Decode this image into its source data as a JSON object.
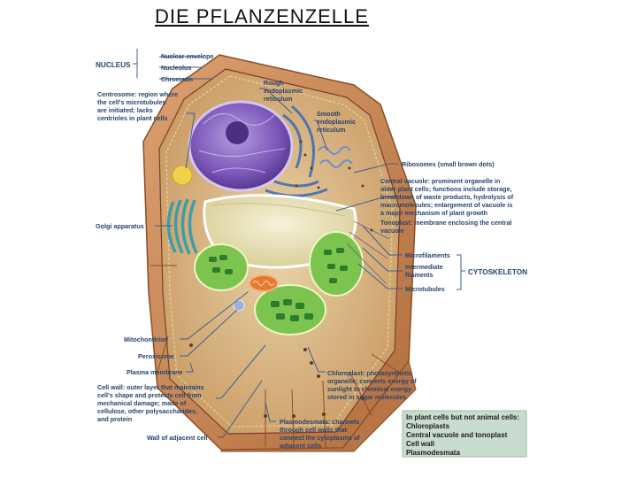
{
  "title": "DIE  PFLANZENZELLE",
  "groups": {
    "nucleus": "NUCLEUS",
    "cytoskeleton": "CYTOSKELETON"
  },
  "labels": {
    "nuclear_envelope": "Nuclear envelope",
    "nucleolus": "Nucleolus",
    "chromatin": "Chromatin",
    "centrosome": [
      "Centrosome: region where",
      "the cell's microtubules",
      "are initiated; lacks",
      "centrioles in plant cells"
    ],
    "rough_er": [
      "Rough",
      "endoplasmic",
      "reticulum"
    ],
    "smooth_er": [
      "Smooth",
      "endoplasmic",
      "reticulum"
    ],
    "ribosomes": "Ribosomes (small brown dots)",
    "central_vacuole": [
      "Central vacuole: prominent organelle in",
      "older plant cells; functions include storage,",
      "breakdown of waste products, hydrolysis of",
      "macromolecules; enlargement of vacuole is",
      "a major mechanism of plant growth",
      "Tonoplast: membrane enclosing the central",
      "vacuole"
    ],
    "golgi": "Golgi apparatus",
    "microfilaments": "Microfilaments",
    "intermediate_filaments": [
      "Intermediate",
      "filaments"
    ],
    "microtubules": "Microtubules",
    "mitochondrion": "Mitochondrion",
    "peroxisome": "Peroxisome",
    "plasma_membrane": "Plasma membrane",
    "cell_wall": [
      "Cell wall: outer layer that maintains",
      "cell's shape and protects cell from",
      "mechanical damage; made of",
      "cellulose, other polysaccharides,",
      "and protein"
    ],
    "wall_adjacent": "Wall of adjacent cell",
    "chloroplast": [
      "Chloroplast: photosynthetic",
      "organelle; converts energy of",
      "sunlight to chemical energy",
      "stored in sugar molecules"
    ],
    "plasmodesmata": [
      "Plasmodesmata: channels",
      "through cell walls that",
      "connect the cytoplasms of",
      "adjacent cells"
    ]
  },
  "legend": {
    "heading": "In plant cells but not animal cells:",
    "items": [
      "Chloroplasts",
      "Central vacuole and tonoplast",
      "Cell wall",
      "Plasmodesmata"
    ]
  },
  "colors": {
    "label_text": "#27446e",
    "cell_wall": "#c98452",
    "cell_wall_dark": "#9a5a30",
    "nucleus": "#8a68c4",
    "vacuole": "#ece4b6",
    "chloroplast": "#5eae3a",
    "legend_bg": "#c9dcd0"
  }
}
